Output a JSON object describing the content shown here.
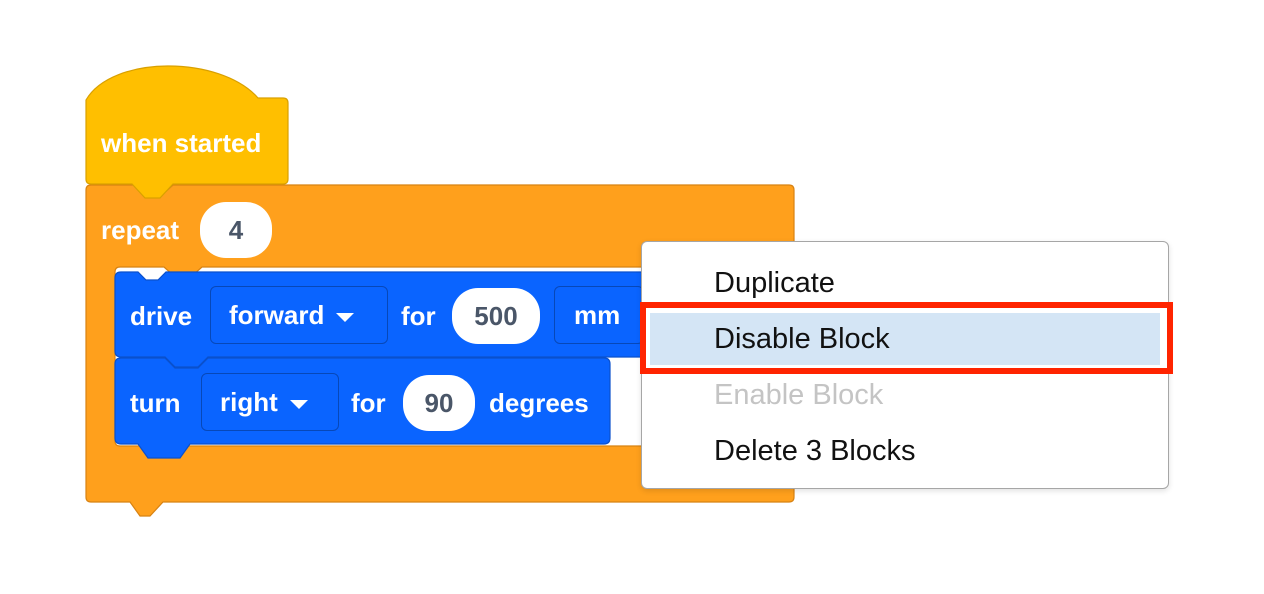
{
  "hat_block": {
    "label": "when started"
  },
  "repeat_block": {
    "label": "repeat",
    "count": "4"
  },
  "drive_block": {
    "label": "drive",
    "direction": "forward",
    "for_label": "for",
    "distance": "500",
    "unit": "mm"
  },
  "turn_block": {
    "label": "turn",
    "direction": "right",
    "for_label": "for",
    "angle": "90",
    "unit": "degrees"
  },
  "context_menu": {
    "items": [
      {
        "label": "Duplicate",
        "state": "enabled"
      },
      {
        "label": "Disable Block",
        "state": "highlighted"
      },
      {
        "label": "Enable Block",
        "state": "disabled"
      },
      {
        "label": "Delete 3 Blocks",
        "state": "enabled"
      }
    ]
  },
  "colors": {
    "event_yellow": "#FFBF00",
    "control_orange": "#FFA01C",
    "motion_blue": "#0A64FF",
    "menu_highlight": "#D4E5F5",
    "callout_red": "#FF2400"
  }
}
